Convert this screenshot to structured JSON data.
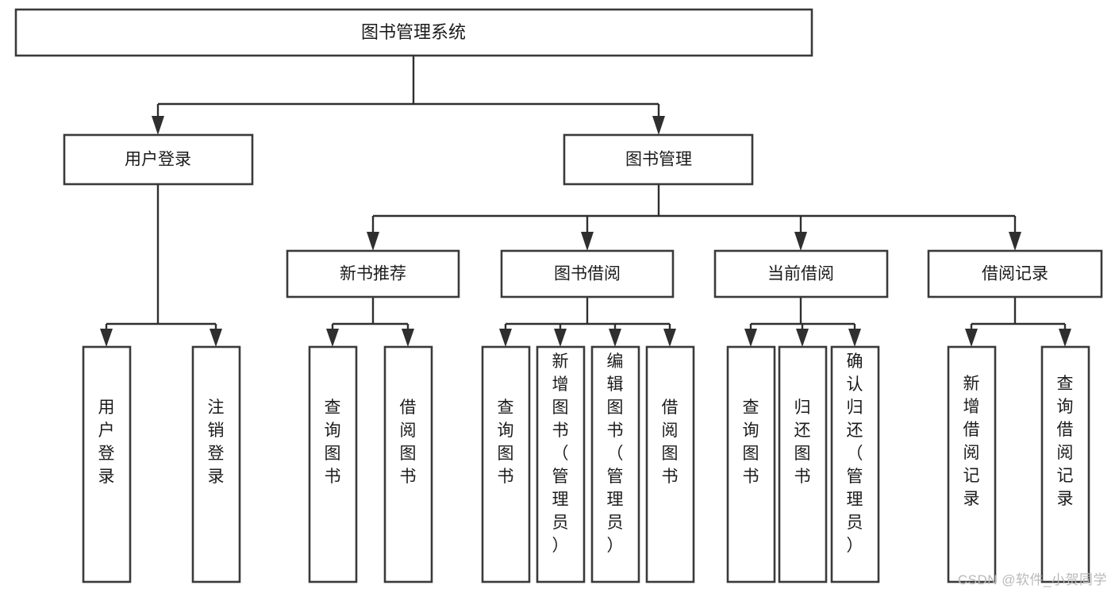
{
  "diagram": {
    "title": "图书管理系统",
    "type": "tree-hierarchy-chart",
    "orientation": "top-down",
    "colors": {
      "box_fill": "#ffffff",
      "box_stroke": "#3a3a3a",
      "connector": "#2f2f2f",
      "text": "#1b1b1b",
      "background": "#ffffff",
      "watermark": "#b9b9b9"
    },
    "root": {
      "id": "root",
      "label": "图书管理系统"
    },
    "level1": [
      {
        "id": "user-login",
        "label": "用户登录"
      },
      {
        "id": "book-management",
        "label": "图书管理"
      }
    ],
    "level2": [
      {
        "id": "new-book-recommend",
        "label": "新书推荐",
        "parent": "book-management"
      },
      {
        "id": "book-borrow",
        "label": "图书借阅",
        "parent": "book-management"
      },
      {
        "id": "current-borrow",
        "label": "当前借阅",
        "parent": "book-management"
      },
      {
        "id": "borrow-record",
        "label": "借阅记录",
        "parent": "book-management"
      }
    ],
    "leaves": {
      "user_login": [
        {
          "id": "leaf-user-login",
          "label": "用户登录"
        },
        {
          "id": "leaf-user-logout",
          "label": "注销登录"
        }
      ],
      "new_book_recommend": [
        {
          "id": "leaf-query-book-1",
          "label": "查询图书"
        },
        {
          "id": "leaf-borrow-book-1",
          "label": "借阅图书"
        }
      ],
      "book_borrow": [
        {
          "id": "leaf-query-book-2",
          "label": "查询图书"
        },
        {
          "id": "leaf-add-book",
          "label": "新增图书（管理员）"
        },
        {
          "id": "leaf-edit-book",
          "label": "编辑图书（管理员）"
        },
        {
          "id": "leaf-borrow-book-2",
          "label": "借阅图书"
        }
      ],
      "current_borrow": [
        {
          "id": "leaf-query-book-3",
          "label": "查询图书"
        },
        {
          "id": "leaf-return-book",
          "label": "归还图书"
        },
        {
          "id": "leaf-confirm-return",
          "label": "确认归还（管理员）"
        }
      ],
      "borrow_record": [
        {
          "id": "leaf-add-record",
          "label": "新增借阅记录"
        },
        {
          "id": "leaf-query-record",
          "label": "查询借阅记录"
        }
      ]
    }
  },
  "watermark": {
    "text": "CSDN @软件_小贺同学"
  }
}
